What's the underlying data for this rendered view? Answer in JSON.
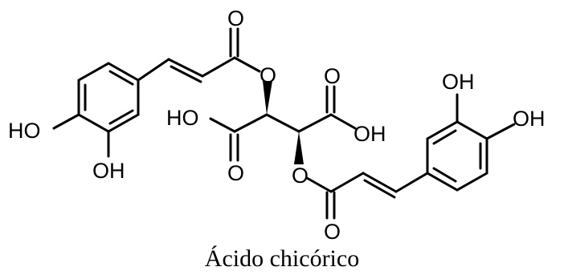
{
  "molecule": {
    "name": "Ácido chicórico",
    "atom_labels": {
      "ester_carbonyl_o_top": "O",
      "ester_o_top": "O",
      "acid_carbonyl_o_right": "O",
      "acid_oh_left": "HO",
      "acid_oh_right": "OH",
      "acid_carbonyl_o_left": "O",
      "ester_o_bottom": "O",
      "ester_carbonyl_o_bottom": "O",
      "left_ring_ho": "HO",
      "left_ring_oh": "OH",
      "right_ring_oh_top": "OH",
      "right_ring_oh_right": "OH"
    }
  },
  "colors": {
    "bond": "#000000",
    "text": "#000000",
    "background": "#ffffff"
  }
}
